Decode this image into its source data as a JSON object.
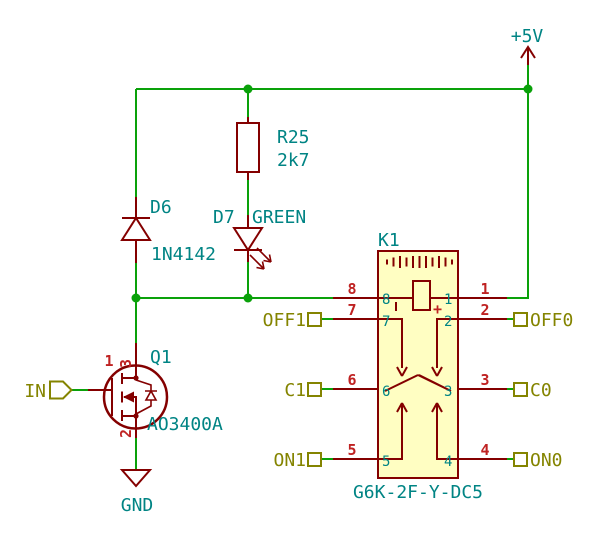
{
  "colors": {
    "wire_green": "#0aa10a",
    "device_maroon": "#840000",
    "pin_number_red": "#bf2222",
    "annotation_teal": "#008484",
    "port_olive": "#848400",
    "relay_body_fill": "#fffec2",
    "background": "#ffffff"
  },
  "power": {
    "vcc": "+5V",
    "gnd": "GND"
  },
  "components": {
    "resistor": {
      "ref": "R25",
      "value": "2k7"
    },
    "diode": {
      "ref": "D6",
      "value": "1N4142"
    },
    "led": {
      "ref": "D7",
      "value": "GREEN"
    },
    "mosfet": {
      "ref": "Q1",
      "value": "AO3400A",
      "pin_gate": "1",
      "pin_drain": "3",
      "pin_source": "2"
    },
    "relay": {
      "ref": "K1",
      "value": "G6K-2F-Y-DC5",
      "polarity_mark": "+",
      "pins": [
        {
          "number": "8",
          "name": "8"
        },
        {
          "number": "1",
          "name": "1"
        },
        {
          "number": "7",
          "name": "7"
        },
        {
          "number": "2",
          "name": "2"
        },
        {
          "number": "6",
          "name": "6"
        },
        {
          "number": "3",
          "name": "3"
        },
        {
          "number": "5",
          "name": "5"
        },
        {
          "number": "4",
          "name": "4"
        }
      ]
    }
  },
  "ports": {
    "in": "IN",
    "off1": "OFF1",
    "off0": "OFF0",
    "c1": "C1",
    "c0": "C0",
    "on1": "ON1",
    "on0": "ON0"
  }
}
